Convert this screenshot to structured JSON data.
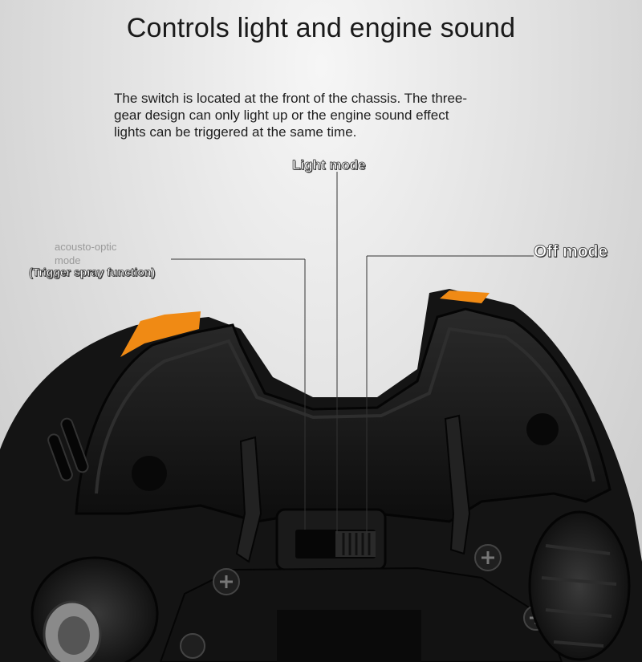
{
  "title": "Controls light and engine sound",
  "description": {
    "line1": "The switch is located at the front of the chassis. The three-",
    "line2": "gear design can only light up or the engine sound effect",
    "line3": "lights can be triggered at the same time."
  },
  "callouts": {
    "light_mode": "Light mode",
    "off_mode": "Off mode",
    "acousto_line1": "acousto-optic",
    "acousto_line2": "mode",
    "trigger": "(Trigger spray function)"
  },
  "colors": {
    "chassis": "#1b1b1b",
    "accent_orange": "#f08a14",
    "background": "#d9d9d9"
  }
}
